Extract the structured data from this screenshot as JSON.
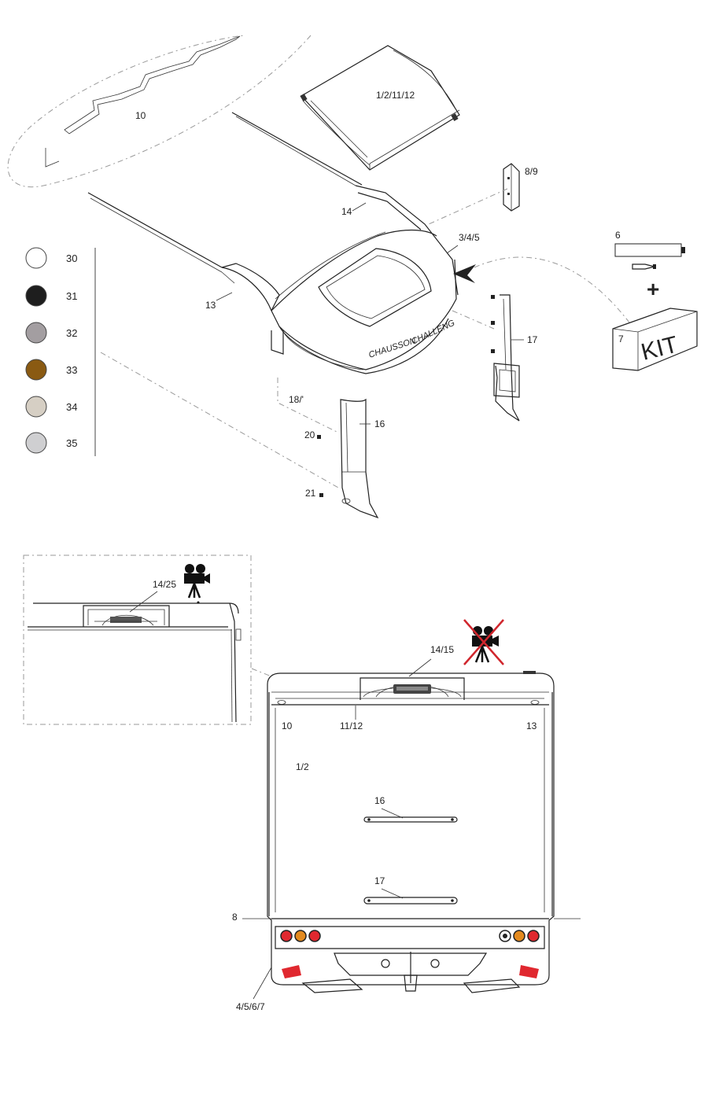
{
  "top_view": {
    "labels": {
      "seal_strip": "10",
      "skylight": "1/2/11/12",
      "roof_trim": "14",
      "bracket": "8/9",
      "rear_cap": "3/4/5",
      "side_trim": "13",
      "sealant": "6",
      "kit_box_number": "7",
      "kit_box_text": "KIT",
      "plus": "+",
      "right_pillar": "17",
      "left_pillar": "16",
      "screw_18": "18/'",
      "screw_20": "20",
      "screw_21": "21",
      "brand_1": "CHAUSSON",
      "brand_2": "CHALLENG"
    }
  },
  "color_swatches": [
    {
      "code": "30",
      "color": "#ffffff"
    },
    {
      "code": "31",
      "color": "#1e1e1e"
    },
    {
      "code": "32",
      "color": "#a39ea1"
    },
    {
      "code": "33",
      "color": "#8a5a12"
    },
    {
      "code": "34",
      "color": "#d6cfc4"
    },
    {
      "code": "35",
      "color": "#cfcfd1"
    }
  ],
  "side_view": {
    "label": "14/25",
    "camera_icon": "camera-icon"
  },
  "rear_view": {
    "labels": {
      "roof_camera": "14/15",
      "left_corner": "10",
      "center_rail": "11/12",
      "right_corner": "13",
      "panel": "1/2",
      "upper_strip": "16",
      "lower_strip": "17",
      "bumper_line": "8",
      "lamp_group": "4/5/6/7"
    },
    "camera_icon": "camera-crossed-icon"
  },
  "colors": {
    "light_red": "#e0282f",
    "light_amber": "#e38a1f",
    "cross_red": "#d0262d"
  }
}
